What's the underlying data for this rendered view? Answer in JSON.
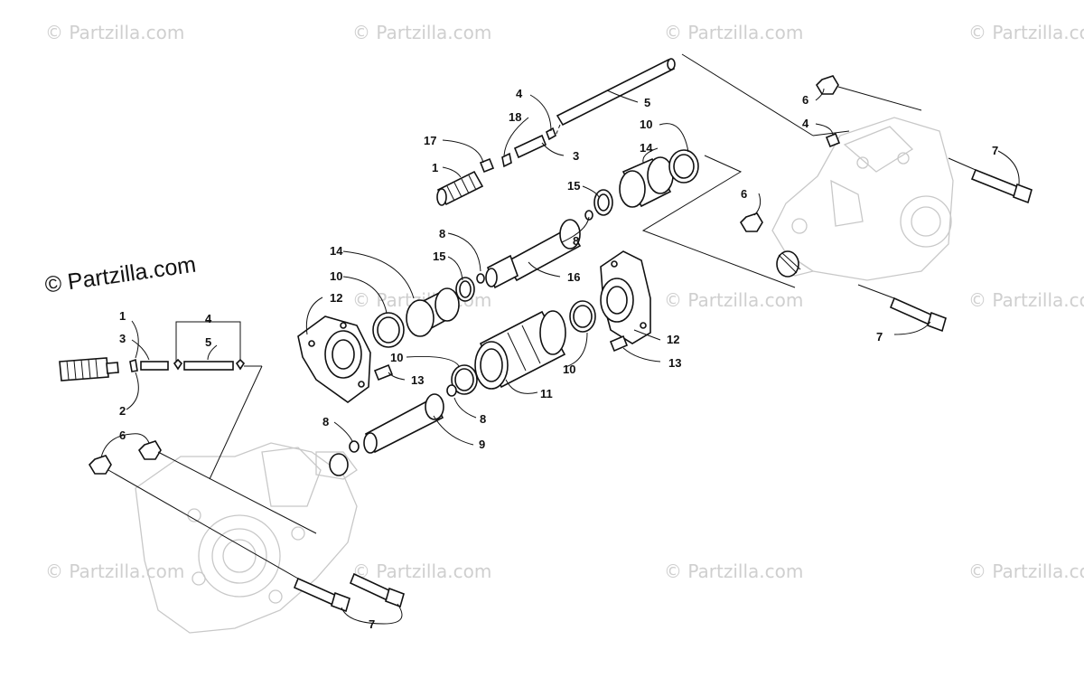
{
  "watermark": {
    "text": "© Partzilla.com",
    "faint_color": "#cfcfcf"
  },
  "callouts": {
    "c1a": "1",
    "c3a": "3",
    "c2a": "2",
    "c4a": "4",
    "c5a": "5",
    "c4b": "4",
    "c5b": "5",
    "c18": "18",
    "c17": "17",
    "c1b": "1",
    "c3b": "3",
    "c10a": "10",
    "c14a": "14",
    "c15a": "15",
    "c8a": "8",
    "c8b": "8",
    "c16": "16",
    "c14b": "14",
    "c10b": "10",
    "c15b": "15",
    "c12a": "12",
    "c12b": "12",
    "c13a": "13",
    "c13b": "13",
    "c10c": "10",
    "c10d": "10",
    "c11": "11",
    "c8c": "8",
    "c8d": "8",
    "c9": "9",
    "c6a": "6",
    "c6b": "6",
    "c6c": "6",
    "c4c": "4",
    "c7a": "7",
    "c7b": "7",
    "c7c": "7"
  },
  "colors": {
    "line": "#111111",
    "background": "#ffffff"
  }
}
